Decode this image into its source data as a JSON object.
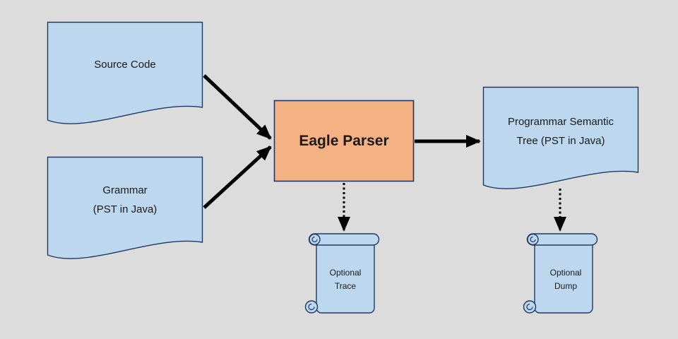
{
  "diagram_title": "Eagle Parser data flow diagram",
  "colors": {
    "canvas_bg": "#dcdcdc",
    "node_fill_blue": "#bdd7ee",
    "node_fill_orange": "#f4b183",
    "node_border": "#1f3864",
    "curl_shade": "#8e9fbc",
    "arrow": "#000000",
    "text": "#1a1a1a"
  },
  "nodes": {
    "source_code": {
      "shape": "document",
      "lines": [
        "Source Code"
      ]
    },
    "grammar": {
      "shape": "document",
      "lines": [
        "Grammar",
        "(PST in Java)"
      ]
    },
    "eagle_parser": {
      "shape": "rectangle",
      "lines": [
        "Eagle Parser"
      ]
    },
    "semantic_tree": {
      "shape": "document",
      "lines": [
        "Programmar Semantic",
        "Tree (PST in Java)"
      ]
    },
    "optional_trace": {
      "shape": "vertical-scroll",
      "lines": [
        "Optional",
        "Trace"
      ]
    },
    "optional_dump": {
      "shape": "vertical-scroll",
      "lines": [
        "Optional",
        "Dump"
      ]
    }
  },
  "edges": [
    {
      "from": "source_code",
      "to": "eagle_parser",
      "style": "solid"
    },
    {
      "from": "grammar",
      "to": "eagle_parser",
      "style": "solid"
    },
    {
      "from": "eagle_parser",
      "to": "semantic_tree",
      "style": "solid"
    },
    {
      "from": "eagle_parser",
      "to": "optional_trace",
      "style": "dotted"
    },
    {
      "from": "semantic_tree",
      "to": "optional_dump",
      "style": "dotted"
    }
  ]
}
